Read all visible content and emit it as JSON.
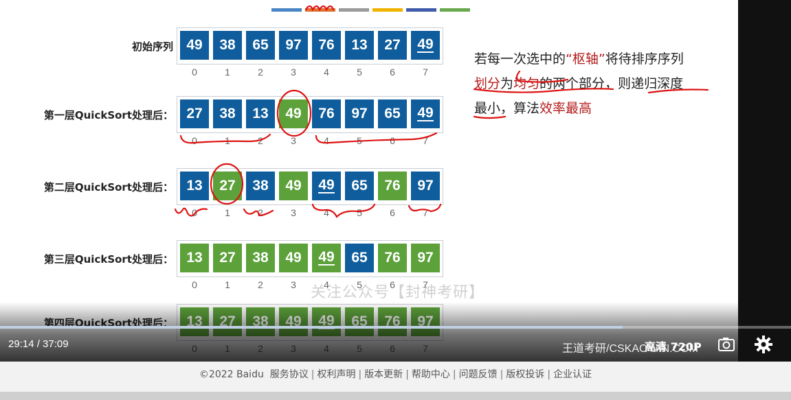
{
  "slide": {
    "legend_colors": [
      "#4a86c5",
      "#e07030",
      "#9a9a9a",
      "#f0b400",
      "#3e5aa8",
      "#6aa84f"
    ],
    "rows": [
      {
        "label": "初始序列",
        "cells": [
          {
            "v": "49",
            "c": "blue"
          },
          {
            "v": "38",
            "c": "blue"
          },
          {
            "v": "65",
            "c": "blue"
          },
          {
            "v": "97",
            "c": "blue"
          },
          {
            "v": "76",
            "c": "blue"
          },
          {
            "v": "13",
            "c": "blue"
          },
          {
            "v": "27",
            "c": "blue"
          },
          {
            "v": "49",
            "c": "blue",
            "ul": true
          }
        ]
      },
      {
        "label": "第一层QuickSort处理后：",
        "cells": [
          {
            "v": "27",
            "c": "blue"
          },
          {
            "v": "38",
            "c": "blue"
          },
          {
            "v": "13",
            "c": "blue"
          },
          {
            "v": "49",
            "c": "green"
          },
          {
            "v": "76",
            "c": "blue"
          },
          {
            "v": "97",
            "c": "blue"
          },
          {
            "v": "65",
            "c": "blue"
          },
          {
            "v": "49",
            "c": "blue",
            "ul": true
          }
        ]
      },
      {
        "label": "第二层QuickSort处理后：",
        "cells": [
          {
            "v": "13",
            "c": "blue"
          },
          {
            "v": "27",
            "c": "green"
          },
          {
            "v": "38",
            "c": "blue"
          },
          {
            "v": "49",
            "c": "green"
          },
          {
            "v": "49",
            "c": "blue",
            "ul": true
          },
          {
            "v": "65",
            "c": "blue"
          },
          {
            "v": "76",
            "c": "green"
          },
          {
            "v": "97",
            "c": "blue"
          }
        ]
      },
      {
        "label": "第三层QuickSort处理后：",
        "cells": [
          {
            "v": "13",
            "c": "green"
          },
          {
            "v": "27",
            "c": "green"
          },
          {
            "v": "38",
            "c": "green"
          },
          {
            "v": "49",
            "c": "green"
          },
          {
            "v": "49",
            "c": "green",
            "ul": true
          },
          {
            "v": "65",
            "c": "blue"
          },
          {
            "v": "76",
            "c": "green"
          },
          {
            "v": "97",
            "c": "green"
          }
        ]
      },
      {
        "label": "第四层QuickSort处理后：",
        "cells": [
          {
            "v": "13",
            "c": "green"
          },
          {
            "v": "27",
            "c": "green"
          },
          {
            "v": "38",
            "c": "green"
          },
          {
            "v": "49",
            "c": "green"
          },
          {
            "v": "49",
            "c": "green",
            "ul": true
          },
          {
            "v": "65",
            "c": "green"
          },
          {
            "v": "76",
            "c": "green"
          },
          {
            "v": "97",
            "c": "green"
          }
        ]
      }
    ],
    "indices": [
      "0",
      "1",
      "2",
      "3",
      "4",
      "5",
      "6",
      "7"
    ],
    "note": {
      "p1": "若每一次选中的",
      "p2": "“枢轴”",
      "p3": "将待排序序列",
      "p4": "划分",
      "p5": "为",
      "p6": "均匀",
      "p7": "的两个部分，则",
      "p8": "递归深度",
      "p9": "最小",
      "p10": "，算法",
      "p11": "效率最高"
    },
    "watermark": "关注公众号【封神考研】"
  },
  "player": {
    "time": "29:14 / 37:09",
    "progress": 0.787,
    "channel": "王道考研/CSKAOYAN.COM",
    "quality": "高清 720P",
    "screenshot_icon": "camera-icon",
    "settings_icon": "gear-icon"
  },
  "footer": {
    "copyright": "©2022 Baidu",
    "links": [
      "服务协议",
      "权利声明",
      "版本更新",
      "帮助中心",
      "问题反馈",
      "版权投诉",
      "企业认证"
    ]
  }
}
